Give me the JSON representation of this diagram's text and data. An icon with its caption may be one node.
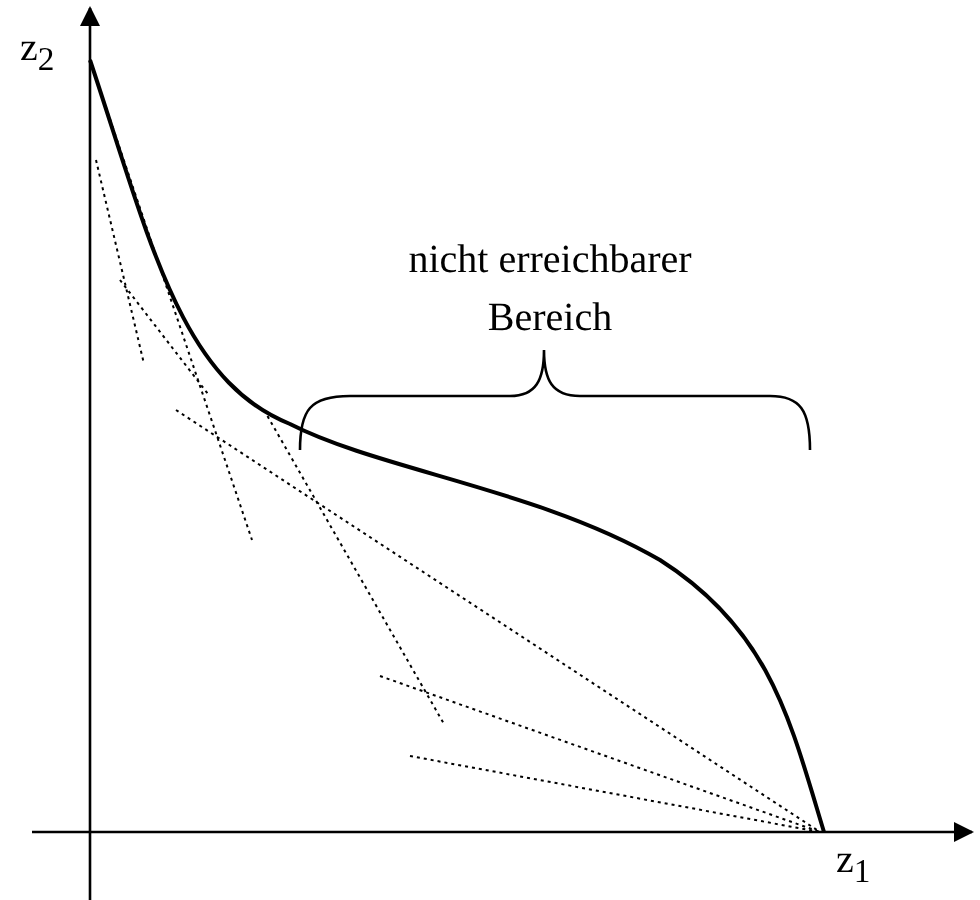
{
  "diagram": {
    "labels": [
      "z$_{2}$",
      "nicht erreichbarer Bereich",
      "z$_{1}$"
    ]
  }
}
